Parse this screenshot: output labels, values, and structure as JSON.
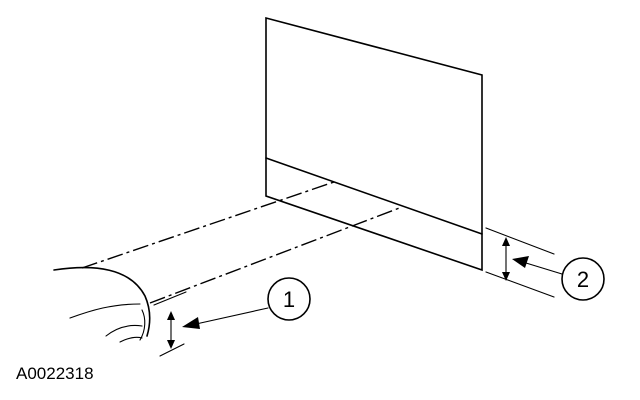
{
  "figure": {
    "id_label": "A0022318",
    "callouts": [
      {
        "number": "1"
      },
      {
        "number": "2"
      }
    ]
  }
}
